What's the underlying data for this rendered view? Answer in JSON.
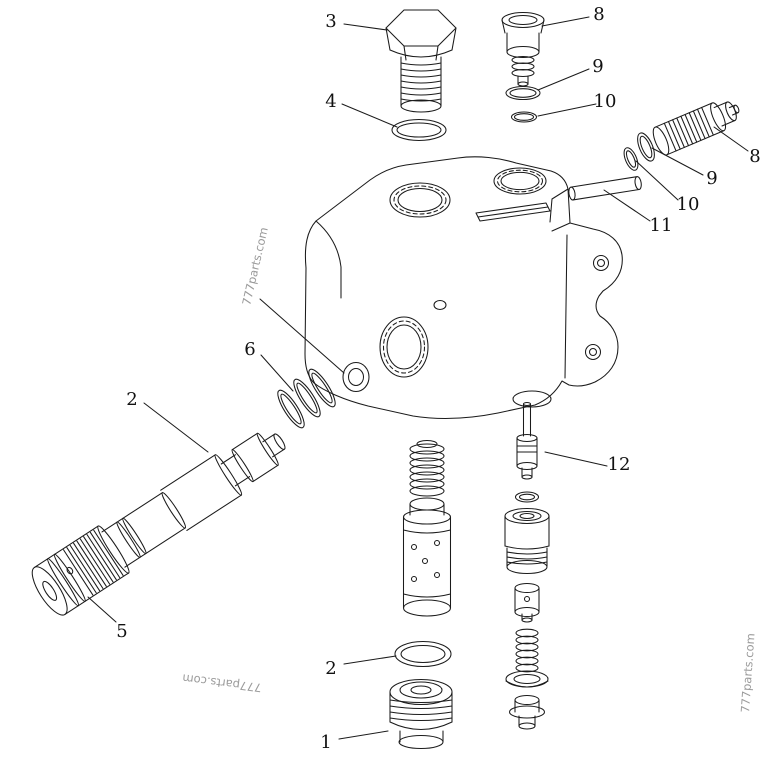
{
  "figure": {
    "watermark": "777parts.com",
    "colors": {
      "line": "#1b1b1b",
      "label": "#111111",
      "watermark_gray": "#9b9b9b",
      "background": "#ffffff"
    },
    "callouts": [
      {
        "label": "3"
      },
      {
        "label": "8"
      },
      {
        "label": "9"
      },
      {
        "label": "10"
      },
      {
        "label": "4"
      },
      {
        "label": "8"
      },
      {
        "label": "9"
      },
      {
        "label": "10"
      },
      {
        "label": "11"
      },
      {
        "label": "2"
      },
      {
        "label": "6"
      },
      {
        "label": "5"
      },
      {
        "label": "12"
      },
      {
        "label": "2"
      },
      {
        "label": "1"
      }
    ]
  }
}
